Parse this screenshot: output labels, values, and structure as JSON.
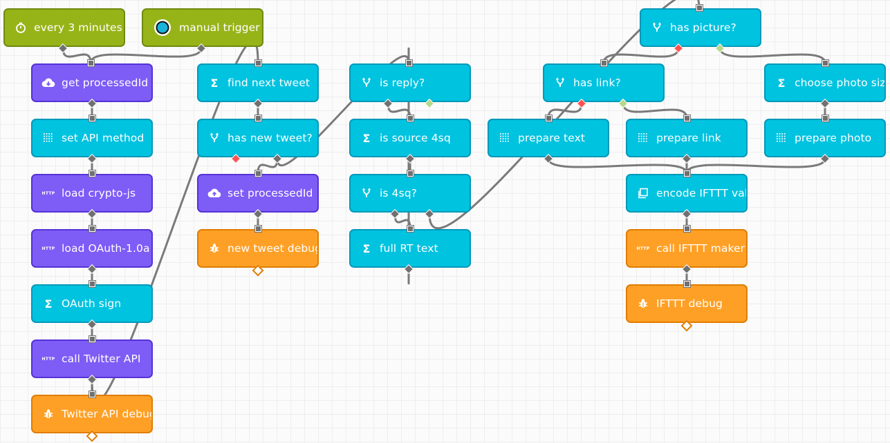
{
  "colors": {
    "trigger": "#96b418",
    "compute": "#00c3e0",
    "store": "#7e5cf6",
    "debug": "#ffa026",
    "wire": "#7a7a7a"
  },
  "nodes": [
    {
      "id": "every3",
      "label": "every 3 minutes",
      "type": "trigger",
      "icon": "timer-icon",
      "inputs": [],
      "outputs": [
        "out"
      ]
    },
    {
      "id": "manual",
      "label": "manual trigger",
      "type": "trigger",
      "icon": "radio-button-icon",
      "inputs": [],
      "outputs": [
        "out"
      ]
    },
    {
      "id": "getpid",
      "label": "get processedId",
      "type": "store",
      "icon": "cloud-download-icon",
      "inputs": [
        "in"
      ],
      "outputs": [
        "out"
      ]
    },
    {
      "id": "setapi",
      "label": "set API method",
      "type": "compute",
      "icon": "grid-icon",
      "inputs": [
        "in"
      ],
      "outputs": [
        "out"
      ]
    },
    {
      "id": "crypto",
      "label": "load crypto-js",
      "type": "store",
      "icon": "http-icon",
      "inputs": [
        "in"
      ],
      "outputs": [
        "out"
      ]
    },
    {
      "id": "oauthlib",
      "label": "load OAuth-1.0a",
      "type": "store",
      "icon": "http-icon",
      "inputs": [
        "in"
      ],
      "outputs": [
        "out"
      ]
    },
    {
      "id": "oauthsign",
      "label": "OAuth sign",
      "type": "compute",
      "icon": "sigma-icon",
      "inputs": [
        "in"
      ],
      "outputs": [
        "out"
      ]
    },
    {
      "id": "calltw",
      "label": "call Twitter API",
      "type": "store",
      "icon": "http-icon",
      "inputs": [
        "in"
      ],
      "outputs": [
        "out"
      ]
    },
    {
      "id": "twdebug",
      "label": "Twitter API debug",
      "type": "debug",
      "icon": "bug-icon",
      "inputs": [
        "in"
      ],
      "outputs": [
        "end"
      ]
    },
    {
      "id": "findnext",
      "label": "find next tweet",
      "type": "compute",
      "icon": "sigma-icon",
      "inputs": [
        "in"
      ],
      "outputs": [
        "out"
      ]
    },
    {
      "id": "hasnew",
      "label": "has new tweet?",
      "type": "compute",
      "icon": "fork-icon",
      "inputs": [
        "in"
      ],
      "outputs": [
        "no",
        "out"
      ]
    },
    {
      "id": "setpid",
      "label": "set processedId",
      "type": "store",
      "icon": "cloud-upload-icon",
      "inputs": [
        "in"
      ],
      "outputs": [
        "out"
      ]
    },
    {
      "id": "newdebug",
      "label": "new tweet debug",
      "type": "debug",
      "icon": "bug-icon",
      "inputs": [
        "in"
      ],
      "outputs": [
        "end"
      ]
    },
    {
      "id": "isreply",
      "label": "is reply?",
      "type": "compute",
      "icon": "fork-icon",
      "inputs": [
        "in"
      ],
      "outputs": [
        "out",
        "yes"
      ]
    },
    {
      "id": "is4sqsrc",
      "label": "is source 4sq",
      "type": "compute",
      "icon": "sigma-icon",
      "inputs": [
        "in"
      ],
      "outputs": [
        "out"
      ]
    },
    {
      "id": "is4sq",
      "label": "is 4sq?",
      "type": "compute",
      "icon": "fork-icon",
      "inputs": [
        "in"
      ],
      "outputs": [
        "out",
        "alt"
      ]
    },
    {
      "id": "fullrt",
      "label": "full RT text",
      "type": "compute",
      "icon": "sigma-icon",
      "inputs": [
        "in"
      ],
      "outputs": [
        "out"
      ]
    },
    {
      "id": "haspic",
      "label": "has picture?",
      "type": "compute",
      "icon": "fork-icon",
      "inputs": [
        "in"
      ],
      "outputs": [
        "no",
        "yes"
      ]
    },
    {
      "id": "haslink",
      "label": "has link?",
      "type": "compute",
      "icon": "fork-icon",
      "inputs": [
        "in"
      ],
      "outputs": [
        "no",
        "yes"
      ]
    },
    {
      "id": "photosize",
      "label": "choose photo size",
      "type": "compute",
      "icon": "sigma-icon",
      "inputs": [
        "in"
      ],
      "outputs": [
        "out"
      ]
    },
    {
      "id": "preptext",
      "label": "prepare text",
      "type": "compute",
      "icon": "grid-icon",
      "inputs": [
        "in"
      ],
      "outputs": [
        "out"
      ]
    },
    {
      "id": "preplink",
      "label": "prepare link",
      "type": "compute",
      "icon": "grid-icon",
      "inputs": [
        "in"
      ],
      "outputs": [
        "out"
      ]
    },
    {
      "id": "prepphoto",
      "label": "prepare photo",
      "type": "compute",
      "icon": "grid-icon",
      "inputs": [
        "in"
      ],
      "outputs": [
        "out"
      ]
    },
    {
      "id": "encode",
      "label": "encode IFTTT value",
      "type": "compute",
      "icon": "template-icon",
      "inputs": [
        "in"
      ],
      "outputs": [
        "out"
      ]
    },
    {
      "id": "callifttt",
      "label": "call IFTTT maker",
      "type": "debug",
      "icon": "http-icon",
      "inputs": [
        "in"
      ],
      "outputs": [
        "out"
      ]
    },
    {
      "id": "iftttdebug",
      "label": "IFTTT debug",
      "type": "debug",
      "icon": "bug-icon",
      "inputs": [
        "in"
      ],
      "outputs": [
        "end"
      ]
    }
  ],
  "wires": [
    [
      "every3",
      0,
      "getpid"
    ],
    [
      "manual",
      0,
      "getpid"
    ],
    [
      "getpid",
      0,
      "setapi"
    ],
    [
      "setapi",
      0,
      "crypto"
    ],
    [
      "crypto",
      0,
      "oauthlib"
    ],
    [
      "oauthlib",
      0,
      "oauthsign"
    ],
    [
      "oauthsign",
      0,
      "calltw"
    ],
    [
      "calltw",
      0,
      "twdebug"
    ],
    [
      "calltw",
      0,
      "findnext"
    ],
    [
      "findnext",
      0,
      "hasnew"
    ],
    [
      "hasnew",
      1,
      "setpid"
    ],
    [
      "setpid",
      0,
      "newdebug"
    ],
    [
      "hasnew",
      1,
      "isreply"
    ],
    [
      "isreply",
      0,
      "is4sqsrc"
    ],
    [
      "is4sqsrc",
      0,
      "is4sq"
    ],
    [
      "is4sq",
      0,
      "fullrt"
    ],
    [
      "is4sq",
      1,
      "haspic"
    ],
    [
      "fullrt",
      0,
      "isreply"
    ],
    [
      "haspic",
      0,
      "haslink"
    ],
    [
      "haspic",
      1,
      "photosize"
    ],
    [
      "haslink",
      0,
      "preptext"
    ],
    [
      "haslink",
      1,
      "preplink"
    ],
    [
      "photosize",
      0,
      "prepphoto"
    ],
    [
      "preptext",
      0,
      "encode"
    ],
    [
      "preplink",
      0,
      "encode"
    ],
    [
      "prepphoto",
      0,
      "encode"
    ],
    [
      "encode",
      0,
      "callifttt"
    ],
    [
      "callifttt",
      0,
      "iftttdebug"
    ]
  ]
}
